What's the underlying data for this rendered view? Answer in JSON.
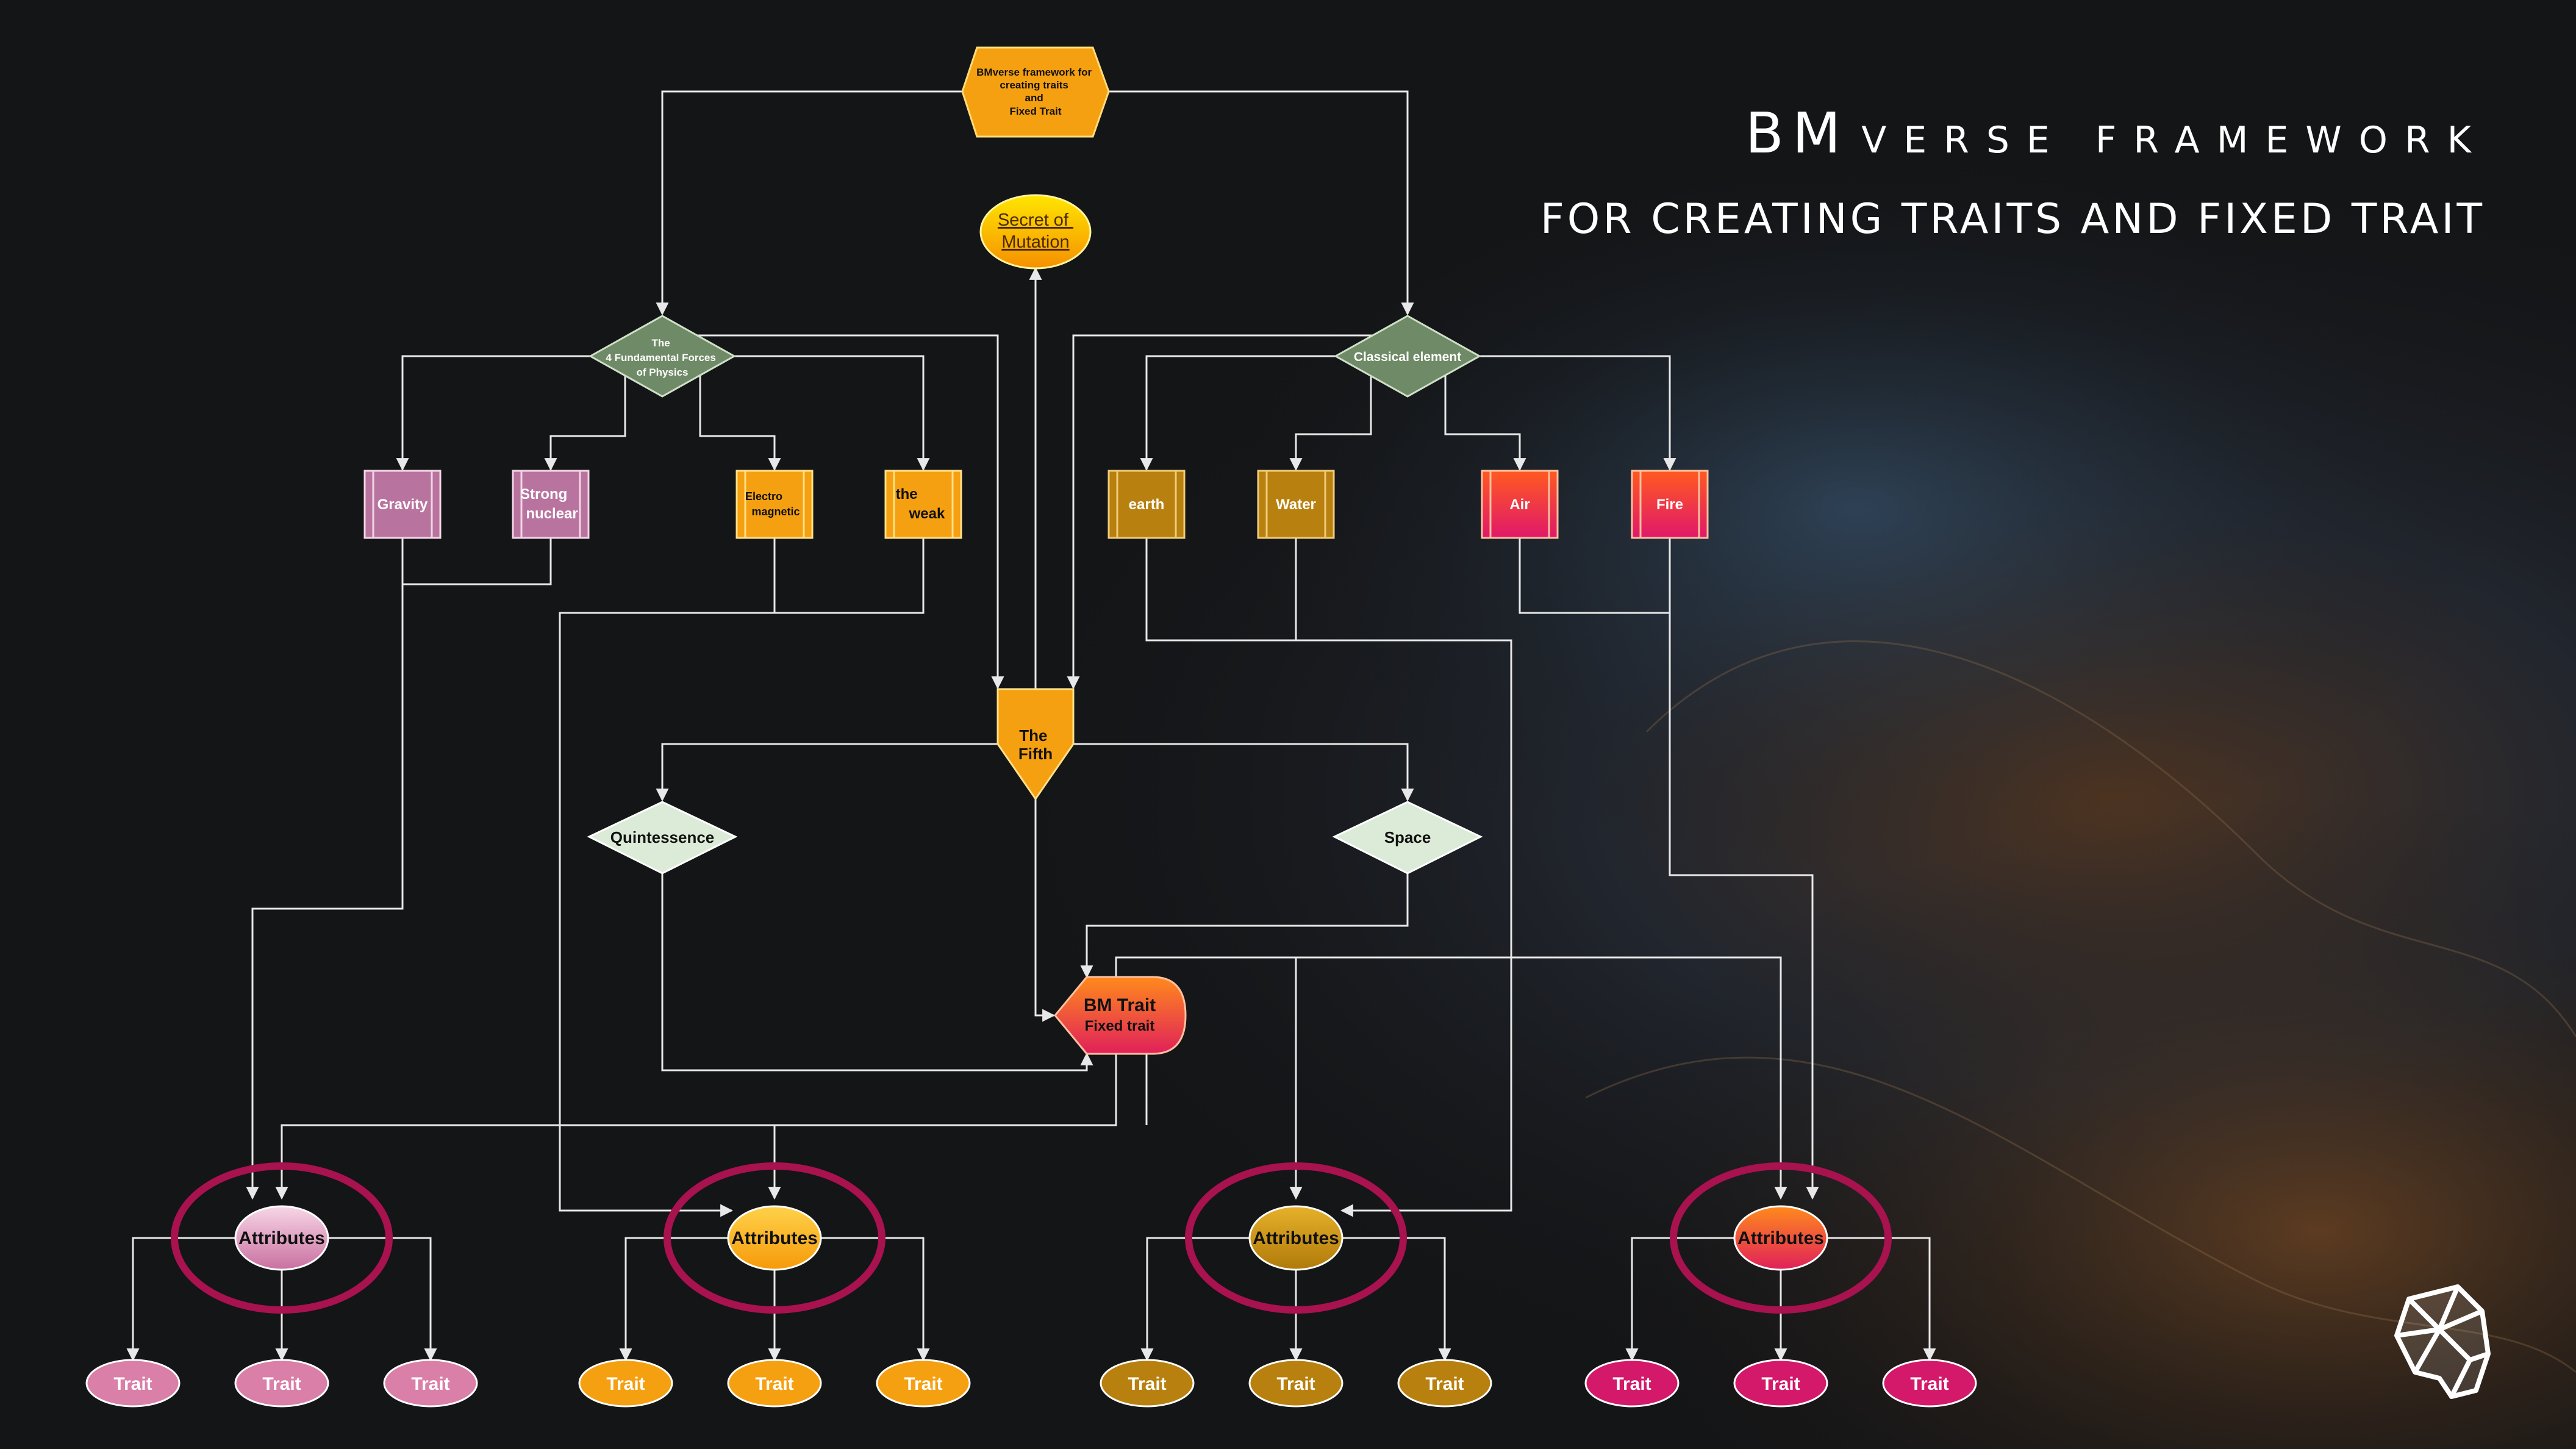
{
  "header": {
    "title_line1_bm": "BM",
    "title_line1_rest": "VERSE FRAMEWORK",
    "title_line2": "FOR CREATING TRAITS AND FIXED TRAIT"
  },
  "nodes": {
    "root": [
      "BMverse framework for",
      "creating traits",
      "and",
      "Fixed Trait"
    ],
    "secret": [
      "Secret of",
      "Mutation"
    ],
    "forces": [
      "The",
      "4 Fundamental Forces",
      "of Physics"
    ],
    "classical": "Classical element",
    "gravity": "Gravity",
    "strong": [
      "Strong",
      "nuclear"
    ],
    "electro": [
      "Electro",
      "magnetic"
    ],
    "weak": [
      "the",
      "weak"
    ],
    "earth": "earth",
    "water": "Water",
    "air": "Air",
    "fire": "Fire",
    "fifth": [
      "The",
      "Fifth"
    ],
    "quintessence": "Quintessence",
    "space": "Space",
    "bm_trait": [
      "BM Trait",
      "Fixed trait"
    ],
    "attributes": "Attributes",
    "trait": "Trait"
  },
  "colors": {
    "pink": "#d97fa8",
    "orange": "#f5a010",
    "gold": "#b8800e",
    "magenta": "#d4186a",
    "ring": "#a8124e",
    "forces": "#6f8a66",
    "light_green": "#dcebd8"
  },
  "icons": {
    "logo": "lion-head-logo-icon"
  }
}
